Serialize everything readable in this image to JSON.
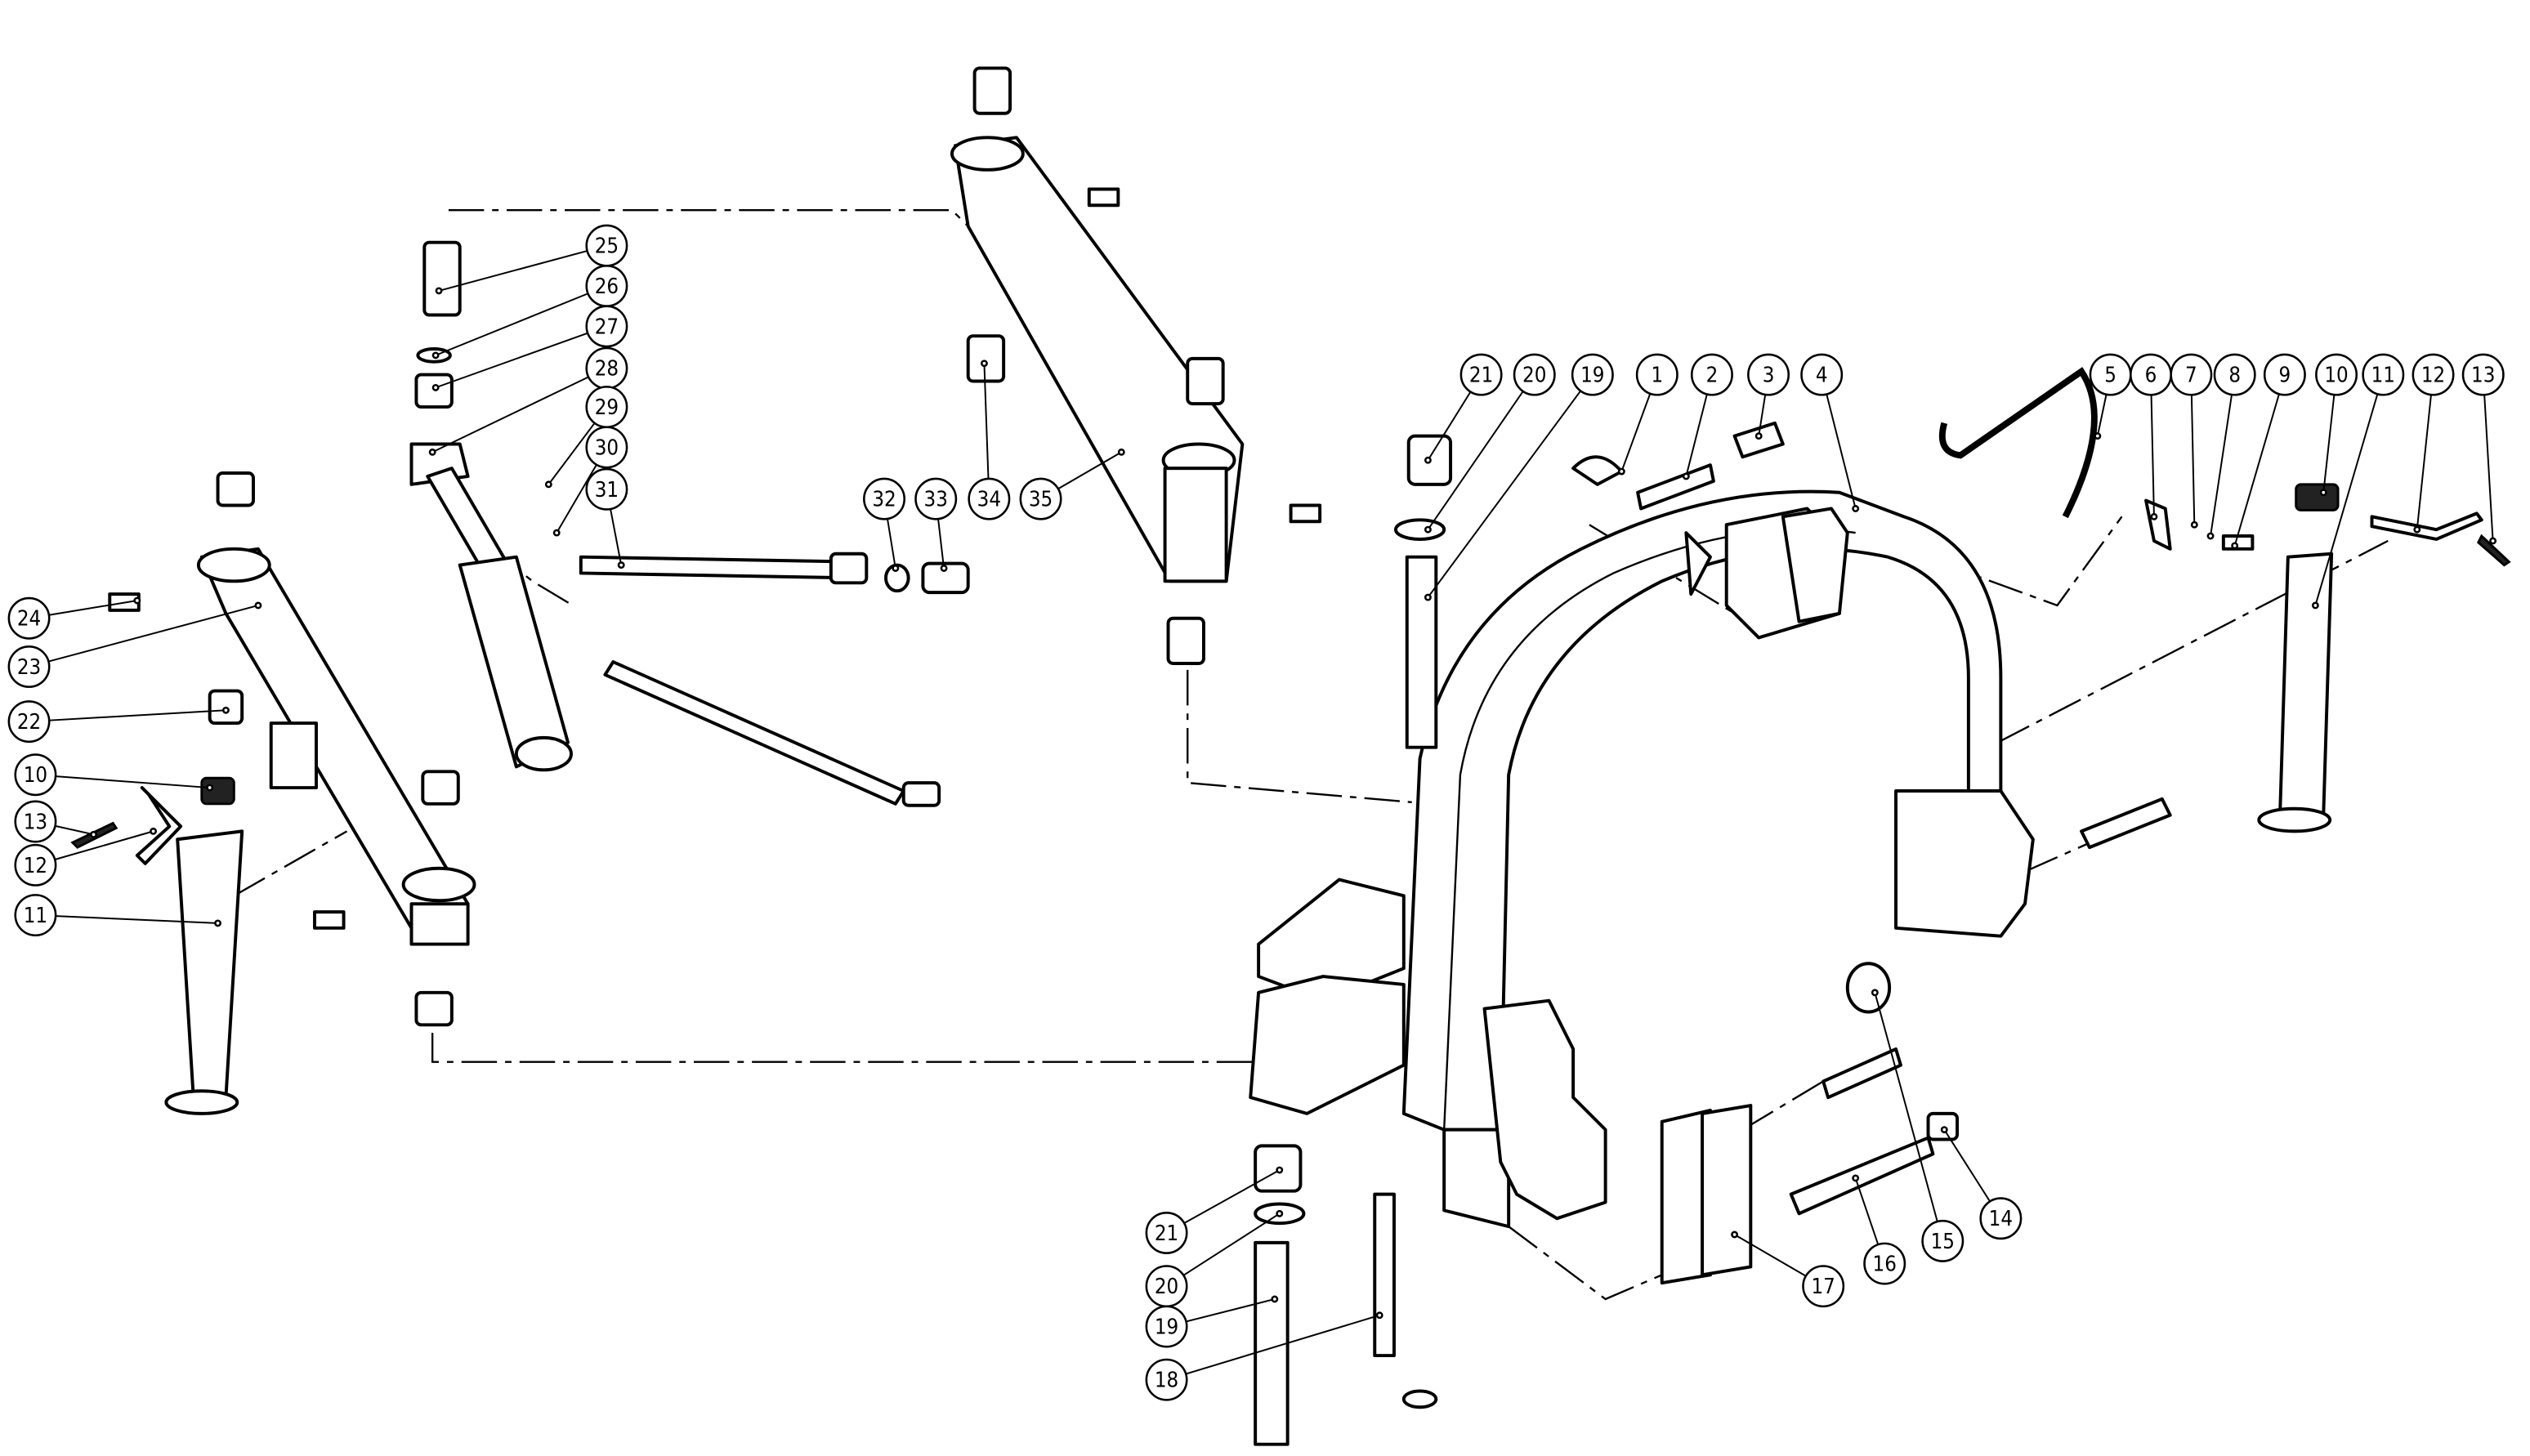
{
  "callouts": [
    {
      "label": "21"
    },
    {
      "label": "20"
    },
    {
      "label": "19"
    },
    {
      "label": "1"
    },
    {
      "label": "2"
    },
    {
      "label": "3"
    },
    {
      "label": "4"
    },
    {
      "label": "5"
    },
    {
      "label": "6"
    },
    {
      "label": "7"
    },
    {
      "label": "8"
    },
    {
      "label": "9"
    },
    {
      "label": "10"
    },
    {
      "label": "11"
    },
    {
      "label": "12"
    },
    {
      "label": "13"
    },
    {
      "label": "25"
    },
    {
      "label": "26"
    },
    {
      "label": "27"
    },
    {
      "label": "28"
    },
    {
      "label": "29"
    },
    {
      "label": "30"
    },
    {
      "label": "31"
    },
    {
      "label": "32"
    },
    {
      "label": "33"
    },
    {
      "label": "34"
    },
    {
      "label": "35"
    },
    {
      "label": "24"
    },
    {
      "label": "23"
    },
    {
      "label": "22"
    },
    {
      "label": "10"
    },
    {
      "label": "13"
    },
    {
      "label": "12"
    },
    {
      "label": "11"
    },
    {
      "label": "21"
    },
    {
      "label": "20"
    },
    {
      "label": "19"
    },
    {
      "label": "18"
    },
    {
      "label": "17"
    },
    {
      "label": "16"
    },
    {
      "label": "15"
    },
    {
      "label": "14"
    }
  ]
}
